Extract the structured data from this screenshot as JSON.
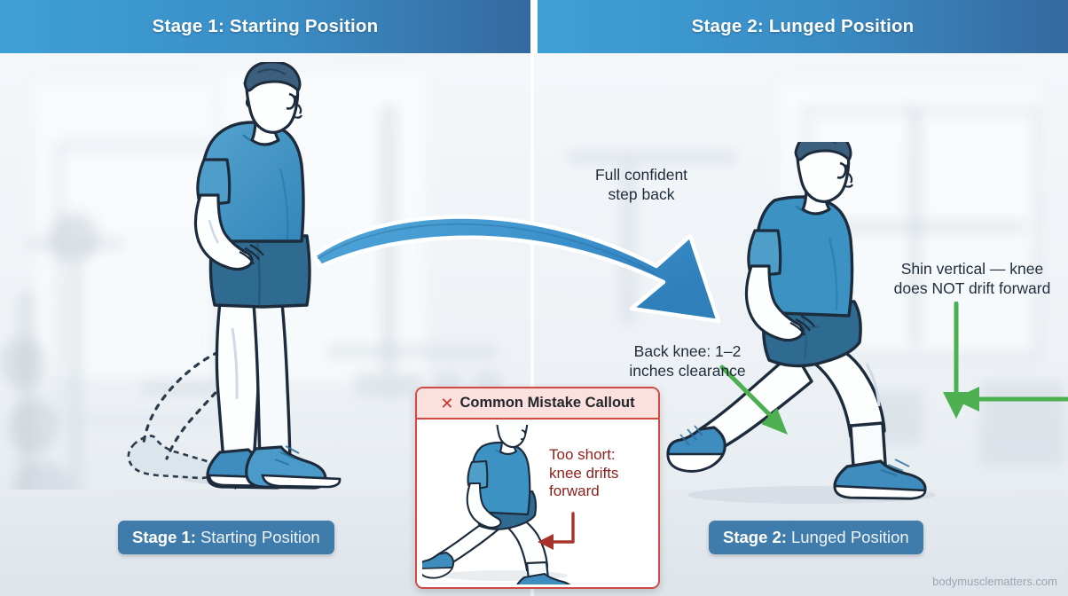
{
  "header": {
    "left_title": "Stage 1: Starting Position",
    "right_title": "Stage 2: Lunged Position"
  },
  "captions": {
    "left": {
      "strong": "Stage 1:",
      "rest": "Starting Position"
    },
    "right": {
      "strong": "Stage 2:",
      "rest": "Lunged Position"
    }
  },
  "annotations": {
    "step_back": "Full confident\nstep back",
    "shin_vertical": "Shin vertical — knee\ndoes NOT drift forward",
    "back_knee": "Back knee: 1–2\ninches clearance"
  },
  "callout": {
    "x_mark": "✕",
    "title": "Common Mistake Callout",
    "text": "Too short:\nknee drifts\nforward"
  },
  "watermark": "bodymusclematters.com",
  "colors": {
    "header_blue_light": "#3fa0d8",
    "header_blue_dark": "#35699f",
    "caption_blue": "#3f7cab",
    "arrow_blue": "#3b8fcc",
    "green_arrow": "#4caf50",
    "callout_red": "#d04a43",
    "callout_text_red": "#8d1f1a",
    "shirt_blue": "#3d92c4",
    "shorts_blue": "#2e6387",
    "shoe_blue": "#3f8cbe",
    "outline": "#1d2c3c"
  },
  "icons": {
    "step_arrow": "curved-arrow-right",
    "foot_guide_arrow": "dashed-arrow-left",
    "back_knee_arrow": "green-diagonal-arrow",
    "shin_arrow": "green-down-arrow",
    "shin_pointer": "green-left-arrow",
    "mistake_arrow": "red-elbow-arrow"
  }
}
